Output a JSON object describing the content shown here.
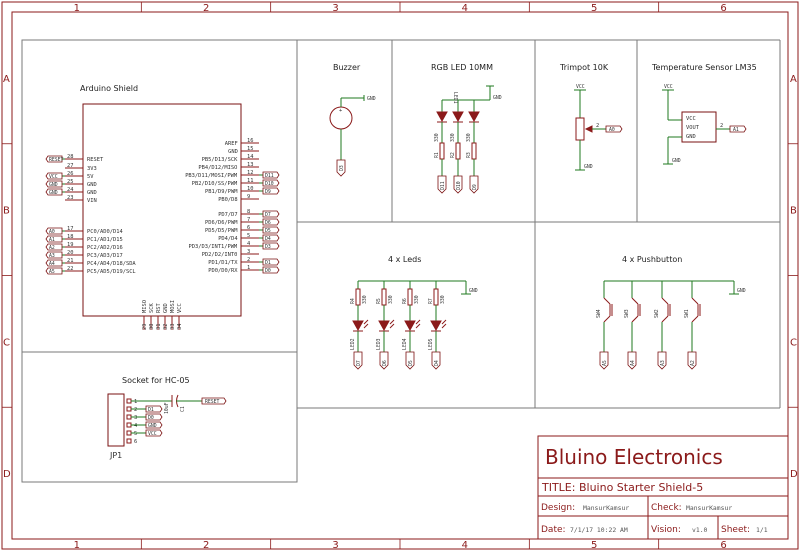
{
  "colors": {
    "frame": "#8b1a1a",
    "wire": "#1f7a1f",
    "panel": "#7a7a7a"
  },
  "grid": {
    "columns": [
      "1",
      "2",
      "3",
      "4",
      "5",
      "6"
    ],
    "rows": [
      "A",
      "B",
      "C",
      "D"
    ]
  },
  "arduino": {
    "title": "Arduino Shield",
    "left_pins": [
      {
        "name": "RESET",
        "num": "28",
        "tag": "RESET"
      },
      {
        "name": "3V3",
        "num": "27",
        "tag": ""
      },
      {
        "name": "5V",
        "num": "26",
        "tag": "VCC"
      },
      {
        "name": "GND",
        "num": "25",
        "tag": "GND"
      },
      {
        "name": "GND",
        "num": "24",
        "tag": "GND"
      },
      {
        "name": "VIN",
        "num": "23",
        "tag": ""
      },
      {
        "name": "PC0/AD0/D14",
        "num": "17",
        "tag": "A0"
      },
      {
        "name": "PC1/AD1/D15",
        "num": "18",
        "tag": "A1"
      },
      {
        "name": "PC2/AD2/D16",
        "num": "19",
        "tag": "A2"
      },
      {
        "name": "PC3/AD3/D17",
        "num": "20",
        "tag": "A3"
      },
      {
        "name": "PC4/AD4/D18/SDA",
        "num": "21",
        "tag": "A4"
      },
      {
        "name": "PC5/AD5/D19/SCL",
        "num": "22",
        "tag": "A5"
      }
    ],
    "right_pins": [
      {
        "name": "AREF",
        "num": "16",
        "tag": ""
      },
      {
        "name": "GND",
        "num": "15",
        "tag": ""
      },
      {
        "name": "PB5/D13/SCK",
        "num": "14",
        "tag": ""
      },
      {
        "name": "PB4/D12/MISO",
        "num": "13",
        "tag": ""
      },
      {
        "name": "PB3/D11/MOSI/PWM",
        "num": "12",
        "tag": "D11"
      },
      {
        "name": "PB2/D10/SS/PWM",
        "num": "11",
        "tag": "D10"
      },
      {
        "name": "PB1/D9/PWM",
        "num": "10",
        "tag": "D9"
      },
      {
        "name": "PB0/D8",
        "num": "9",
        "tag": ""
      },
      {
        "name": "PD7/D7",
        "num": "8",
        "tag": "D7"
      },
      {
        "name": "PD6/D6/PWM",
        "num": "7",
        "tag": "D6"
      },
      {
        "name": "PD5/D5/PWM",
        "num": "6",
        "tag": "D5"
      },
      {
        "name": "PD4/D4",
        "num": "5",
        "tag": "D4"
      },
      {
        "name": "PD3/D3/INT1/PWM",
        "num": "4",
        "tag": "D3"
      },
      {
        "name": "PD2/D2/INT0",
        "num": "3",
        "tag": ""
      },
      {
        "name": "PD1/D1/TX",
        "num": "2",
        "tag": "D1"
      },
      {
        "name": "PD0/D0/RX",
        "num": "1",
        "tag": "D0"
      }
    ],
    "bottom_pins": [
      {
        "name": "MISO",
        "num": "29"
      },
      {
        "name": "SCK",
        "num": "30"
      },
      {
        "name": "RST",
        "num": "31"
      },
      {
        "name": "GND",
        "num": "32"
      },
      {
        "name": "MOSI",
        "num": "33"
      },
      {
        "name": "VCC",
        "num": "34"
      }
    ]
  },
  "buzzer": {
    "title": "Buzzer",
    "gnd": "GND",
    "tag": "D3"
  },
  "rgb": {
    "title": "RGB LED 10MM",
    "gnd": "GND",
    "led_label": "LED1",
    "resistors": [
      "330",
      "330",
      "330"
    ],
    "resistor_labels": [
      "R1",
      "R2",
      "R3"
    ],
    "tags": [
      "D11",
      "D10",
      "D9"
    ]
  },
  "trimpot": {
    "title": "Trimpot 10K",
    "vcc": "VCC",
    "gnd": "GND",
    "pin": "2",
    "tag": "A0"
  },
  "lm35": {
    "title": "Temperature Sensor LM35",
    "vcc": "VCC",
    "gnd": "GND",
    "pins": [
      "VCC",
      "VOUT",
      "GND"
    ],
    "pin_num": "2",
    "tag": "A1"
  },
  "leds": {
    "title": "4 x Leds",
    "gnd": "GND",
    "resistors": [
      "330",
      "330",
      "330",
      "330"
    ],
    "resistor_labels": [
      "R4",
      "R5",
      "R6",
      "R7"
    ],
    "led_labels": [
      "LED2",
      "LED3",
      "LED4",
      "LED5"
    ],
    "tags": [
      "D7",
      "D6",
      "D5",
      "D4"
    ]
  },
  "buttons": {
    "title": "4 x Pushbutton",
    "gnd": "GND",
    "labels": [
      "SW4",
      "SW3",
      "SW2",
      "SW1"
    ],
    "tags": [
      "A5",
      "A4",
      "A3",
      "A2"
    ]
  },
  "hc05": {
    "title": "Socket for HC-05",
    "connector": "JP1",
    "pins": [
      "1",
      "2",
      "3",
      "4",
      "5",
      "6"
    ],
    "tags": [
      "D1",
      "D0",
      "GND",
      "VCC"
    ],
    "cap_label": "C1",
    "cap_value": "10uF",
    "reset_tag": "RESET"
  },
  "titleblock": {
    "brand": "Bluino Electronics",
    "title": "TITLE: Bluino Starter Shield-5",
    "design_label": "Design:",
    "design_value": "MansurKamsur",
    "check_label": "Check:",
    "check_value": "MansurKamsur",
    "date_label": "Date:",
    "date_value": "7/1/17 10:22 AM",
    "vision_label": "Vision:",
    "vision_value": "v1.0",
    "sheet_label": "Sheet:",
    "sheet_value": "1/1"
  }
}
